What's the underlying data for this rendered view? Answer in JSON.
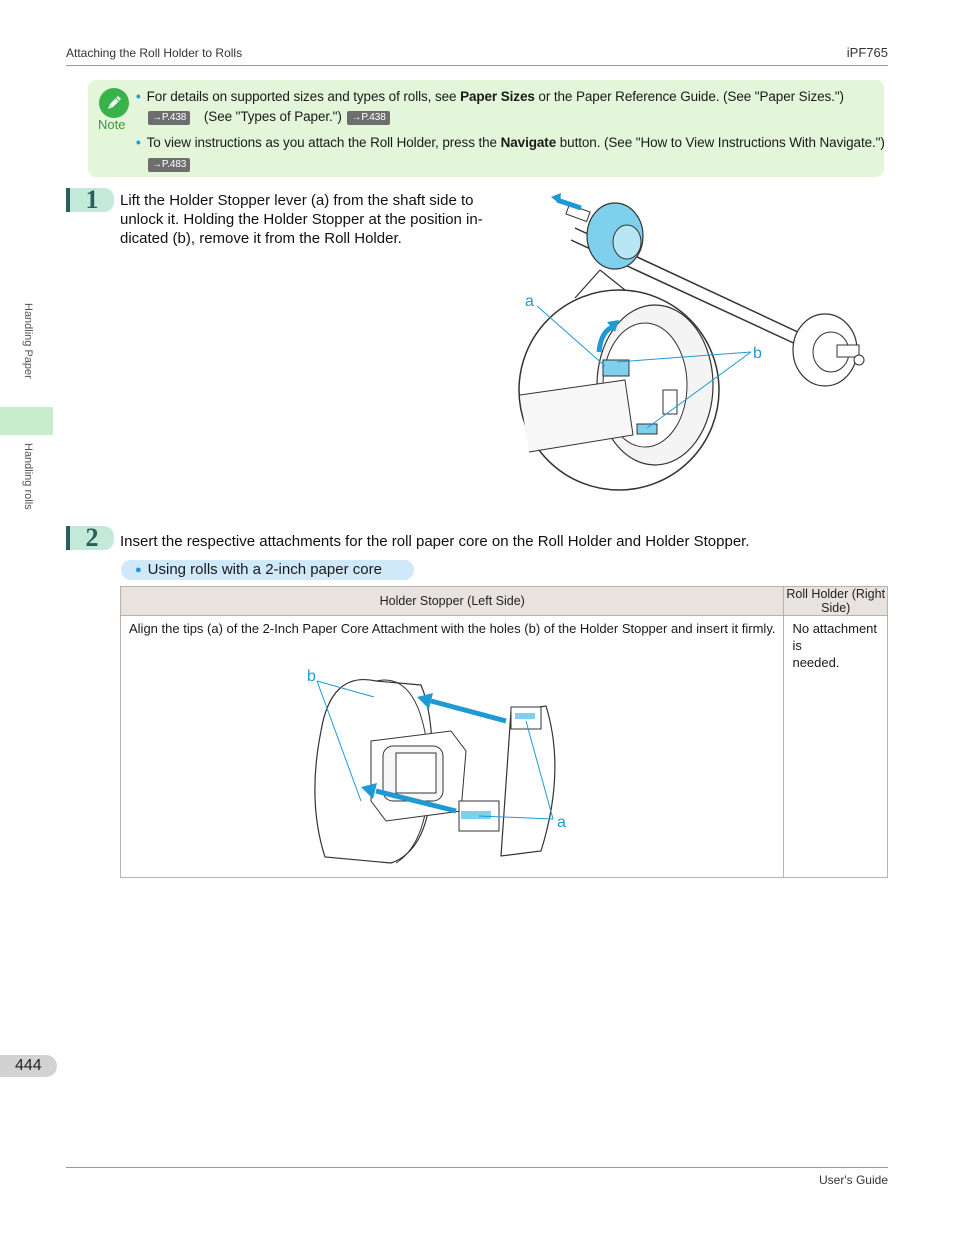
{
  "header": {
    "section": "Attaching the Roll Holder to Rolls",
    "product": "iPF765"
  },
  "sidebar": {
    "chapter": "Handling Paper",
    "subsection": "Handling rolls"
  },
  "note": {
    "label": "Note",
    "line1_pre": "For details on supported sizes and types of rolls, see ",
    "line1_bold": "Paper Sizes",
    "line1_post": " or the Paper Reference Guide.  (See \"Paper Sizes.\")",
    "ref1": "→P.438",
    "line2_text": "(See \"Types of Paper.\")",
    "ref2": "→P.438",
    "line3_pre": "To view instructions as you attach the Roll Holder, press the ",
    "line3_bold": "Navigate",
    "line3_post": " button.  (See \"How to View Instructions With Navigate.\")",
    "ref3": "→P.483"
  },
  "steps": [
    {
      "number": "1",
      "text_lines": [
        "Lift the Holder Stopper lever (a) from the shaft side to",
        "unlock it. Holding the Holder Stopper at the position in-",
        "dicated (b), remove it from the Roll Holder."
      ],
      "labels": {
        "a": "a",
        "b": "b"
      }
    },
    {
      "number": "2",
      "text": "Insert the respective attachments for the roll paper core on the Roll Holder and Holder Stopper."
    }
  ],
  "subheading": "Using rolls with a 2-inch paper core",
  "table": {
    "headers": [
      "Holder Stopper (Left Side)",
      "Roll Holder (Right Side)"
    ],
    "left_text": "Align the tips (a) of the 2-Inch Paper Core Attachment with the holes (b) of the Holder Stopper and insert it firmly.",
    "right_lines": [
      "No attachment is",
      "needed."
    ],
    "labels": {
      "a": "a",
      "b": "b"
    }
  },
  "page_number": "444",
  "footer": "User's Guide",
  "colors": {
    "note_bg": "#e3f6d9",
    "accent_blue": "#1d9ad6",
    "part_blue": "#7fd0ec",
    "step_bg": "#c3ead8"
  }
}
